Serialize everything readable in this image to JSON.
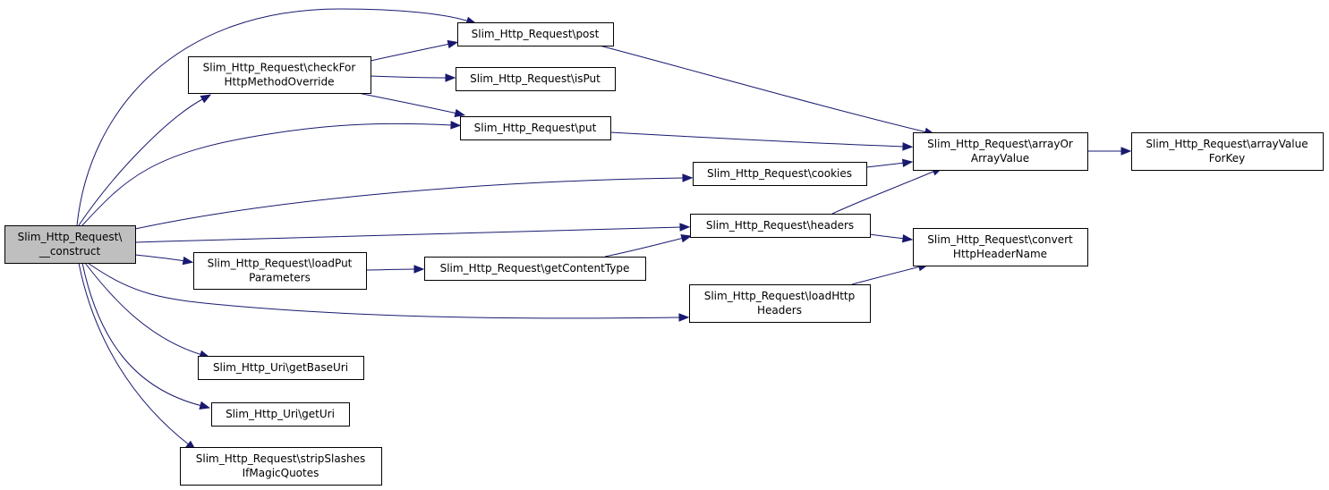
{
  "diagram": {
    "type": "call-graph",
    "colors": {
      "edge": "#191970",
      "root_fill": "#bfbfbf",
      "node_fill": "#ffffff",
      "border": "#000000"
    },
    "nodes": [
      {
        "id": "construct",
        "lines": [
          "Slim_Http_Request\\",
          "__construct"
        ],
        "root": true
      },
      {
        "id": "checkFor",
        "lines": [
          "Slim_Http_Request\\checkFor",
          "HttpMethodOverride"
        ]
      },
      {
        "id": "post",
        "lines": [
          "Slim_Http_Request\\post"
        ]
      },
      {
        "id": "isPut",
        "lines": [
          "Slim_Http_Request\\isPut"
        ]
      },
      {
        "id": "put",
        "lines": [
          "Slim_Http_Request\\put"
        ]
      },
      {
        "id": "arrayOr",
        "lines": [
          "Slim_Http_Request\\arrayOr",
          "ArrayValue"
        ]
      },
      {
        "id": "arrayValueForKey",
        "lines": [
          "Slim_Http_Request\\arrayValue",
          "ForKey"
        ]
      },
      {
        "id": "cookies",
        "lines": [
          "Slim_Http_Request\\cookies"
        ]
      },
      {
        "id": "headers",
        "lines": [
          "Slim_Http_Request\\headers"
        ]
      },
      {
        "id": "convert",
        "lines": [
          "Slim_Http_Request\\convert",
          "HttpHeaderName"
        ]
      },
      {
        "id": "loadPut",
        "lines": [
          "Slim_Http_Request\\loadPut",
          "Parameters"
        ]
      },
      {
        "id": "getContentType",
        "lines": [
          "Slim_Http_Request\\getContentType"
        ]
      },
      {
        "id": "loadHttp",
        "lines": [
          "Slim_Http_Request\\loadHttp",
          "Headers"
        ]
      },
      {
        "id": "getBaseUri",
        "lines": [
          "Slim_Http_Uri\\getBaseUri"
        ]
      },
      {
        "id": "getUri",
        "lines": [
          "Slim_Http_Uri\\getUri"
        ]
      },
      {
        "id": "strip",
        "lines": [
          "Slim_Http_Request\\stripSlashes",
          "IfMagicQuotes"
        ]
      }
    ],
    "edges": [
      {
        "from": "construct",
        "to": "post"
      },
      {
        "from": "construct",
        "to": "checkFor"
      },
      {
        "from": "construct",
        "to": "put"
      },
      {
        "from": "construct",
        "to": "cookies"
      },
      {
        "from": "construct",
        "to": "headers"
      },
      {
        "from": "construct",
        "to": "loadPut"
      },
      {
        "from": "construct",
        "to": "loadHttp"
      },
      {
        "from": "construct",
        "to": "getBaseUri"
      },
      {
        "from": "construct",
        "to": "getUri"
      },
      {
        "from": "construct",
        "to": "strip"
      },
      {
        "from": "checkFor",
        "to": "post"
      },
      {
        "from": "checkFor",
        "to": "isPut"
      },
      {
        "from": "checkFor",
        "to": "put"
      },
      {
        "from": "post",
        "to": "arrayOr"
      },
      {
        "from": "put",
        "to": "arrayOr"
      },
      {
        "from": "cookies",
        "to": "arrayOr"
      },
      {
        "from": "headers",
        "to": "arrayOr"
      },
      {
        "from": "headers",
        "to": "convert"
      },
      {
        "from": "loadPut",
        "to": "getContentType"
      },
      {
        "from": "getContentType",
        "to": "headers"
      },
      {
        "from": "loadHttp",
        "to": "convert"
      },
      {
        "from": "arrayOr",
        "to": "arrayValueForKey"
      }
    ]
  }
}
